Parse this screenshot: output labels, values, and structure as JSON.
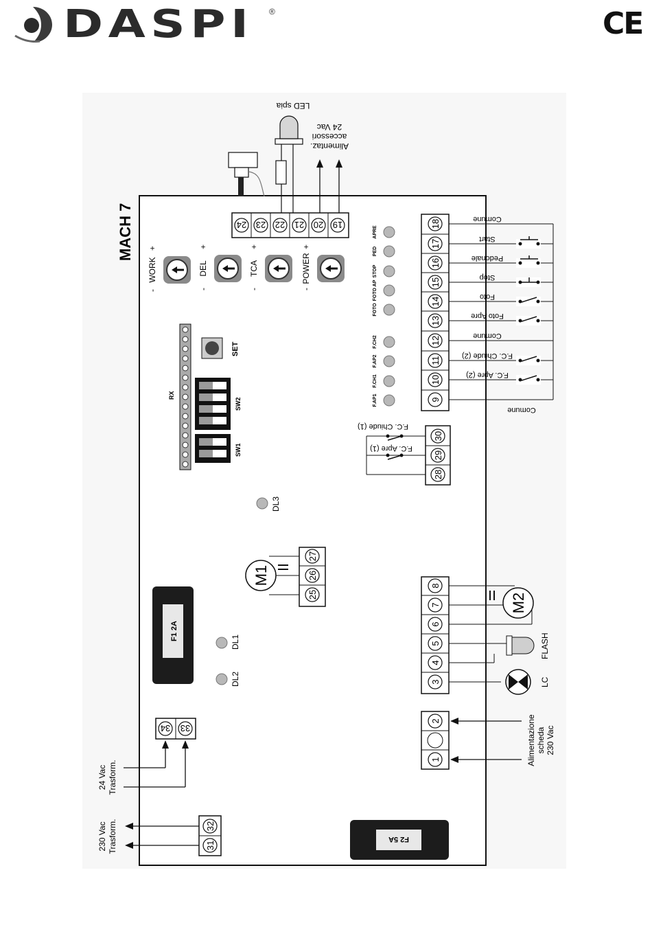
{
  "header": {
    "brand": "DASPI",
    "registered": "®",
    "certification": "CE"
  },
  "board": {
    "model": "MACH 7",
    "fuse_f1": "F1 2A",
    "fuse_f2": "F2 5A",
    "button_set": "SET",
    "rx_label": "RX",
    "dip_sw1": "SW1",
    "dip_sw2": "SW2",
    "leds_board": [
      "DL1",
      "DL2",
      "DL3"
    ],
    "trimmers": [
      {
        "name": "WORK",
        "minus": "-",
        "plus": "+"
      },
      {
        "name": "DEL",
        "minus": "-",
        "plus": "+"
      },
      {
        "name": "TCA",
        "minus": "-",
        "plus": "+"
      },
      {
        "name": "POWER",
        "minus": "-",
        "plus": "+"
      }
    ],
    "status_leds": [
      "APRE",
      "PED",
      "STOP",
      "FOTO AP",
      "FOTO",
      "F.CH2",
      "F.AP2",
      "F.CH1",
      "F.AP1"
    ],
    "motor_m1": "M1",
    "motor_m2": "M2"
  },
  "terminals": {
    "top": [
      "24",
      "23",
      "22",
      "21",
      "20",
      "19"
    ],
    "right_inputs": [
      "18",
      "17",
      "16",
      "15",
      "14",
      "13",
      "12",
      "11",
      "10",
      "9"
    ],
    "fc1": [
      "30",
      "29",
      "28"
    ],
    "m1": [
      "27",
      "26",
      "25"
    ],
    "power_out": [
      "8",
      "7",
      "6",
      "5",
      "4",
      "3"
    ],
    "mains": [
      "2",
      "1"
    ],
    "trafo_24": [
      "34",
      "33"
    ],
    "trafo_230": [
      "32",
      "31"
    ]
  },
  "labels": {
    "led_spia": "LED spia",
    "alim_accessori": [
      "Alimentaz.",
      "accessori",
      "24 Vac"
    ],
    "inputs": [
      "Comune",
      "Start",
      "Pedonale",
      "Stop",
      "Foto",
      "Foto Apre",
      "Comune",
      "F.C. Chiude (2)",
      "F.C. Apre (2)",
      "Comune"
    ],
    "fc1_chiude": "F.C. Chiude (1)",
    "fc1_apre": "F.C. Apre (1)",
    "flash": "FLASH",
    "lc": "LC",
    "mains": [
      "Alimentazione",
      "scheda",
      "230 Vac"
    ],
    "trafo_24": [
      "24 Vac",
      "Trasform."
    ],
    "trafo_230": [
      "230 Vac",
      "Trasform."
    ]
  },
  "colors": {
    "ink": "#111111",
    "trimmer_gray": "#8a8a8a",
    "fuse_black": "#1c1c1c",
    "led_gray": "#b8b8b8",
    "board_bg": "#ffffff",
    "page_bg": "#f4f4f4"
  }
}
